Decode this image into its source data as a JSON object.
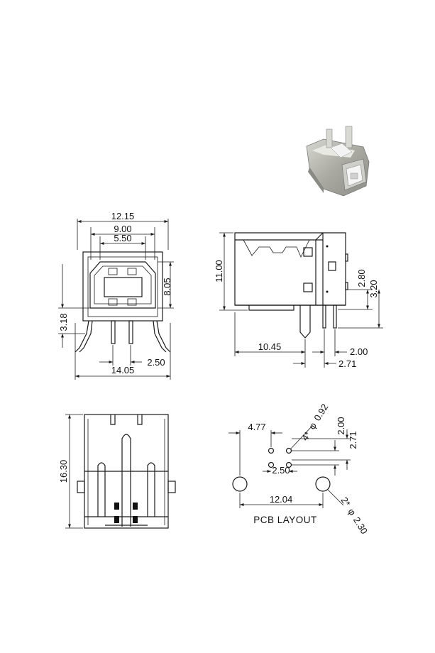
{
  "front_view": {
    "width_outer": "12.15",
    "width_mid": "9.00",
    "width_inner": "5.50",
    "height_port": "8.05",
    "pin_offset": "3.18",
    "pin_pitch": "2.50",
    "width_total": "14.05"
  },
  "side_view": {
    "height": "11.00",
    "depth": "10.45",
    "pin_row_1": "2.80",
    "pin_row_2": "3.20",
    "pitch_a": "2.00",
    "pitch_b": "2.71"
  },
  "bottom_view": {
    "length": "16.30"
  },
  "pcb_layout": {
    "title": "PCB LAYOUT",
    "offset_x": "4.77",
    "small_holes": "4*",
    "small_hole_dia": "0.92",
    "pitch_v": "2.00",
    "pitch_v2": "2.71",
    "pitch_h": "2.50",
    "mount_spacing": "12.04",
    "mount_holes": "2*",
    "mount_hole_dia": "2.30",
    "phi_symbol": "φ"
  },
  "colors": {
    "line": "#1a1a1a",
    "metal": "#b9b9b2",
    "insulator": "#f4f4f4"
  }
}
